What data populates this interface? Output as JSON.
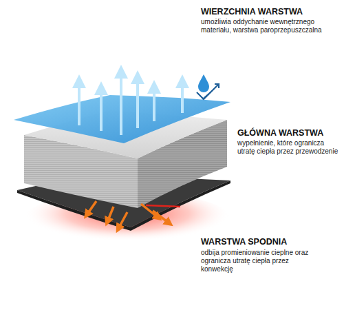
{
  "diagram": {
    "labels": [
      "WIERZCHNIA WARSTWA",
      "umożliwia oddychanie wewnętrznego materiału, warstwa paroprzepuszczalna",
      "GŁÓWNA WARSTWA",
      "wypełnienie, które ogranicza utratę ciepła przez przewodzenie",
      "WARSTWA SPODNIA",
      "odbija promieniowanie cieplne oraz ogranicza utratę ciepła przez konwekcję"
    ]
  }
}
